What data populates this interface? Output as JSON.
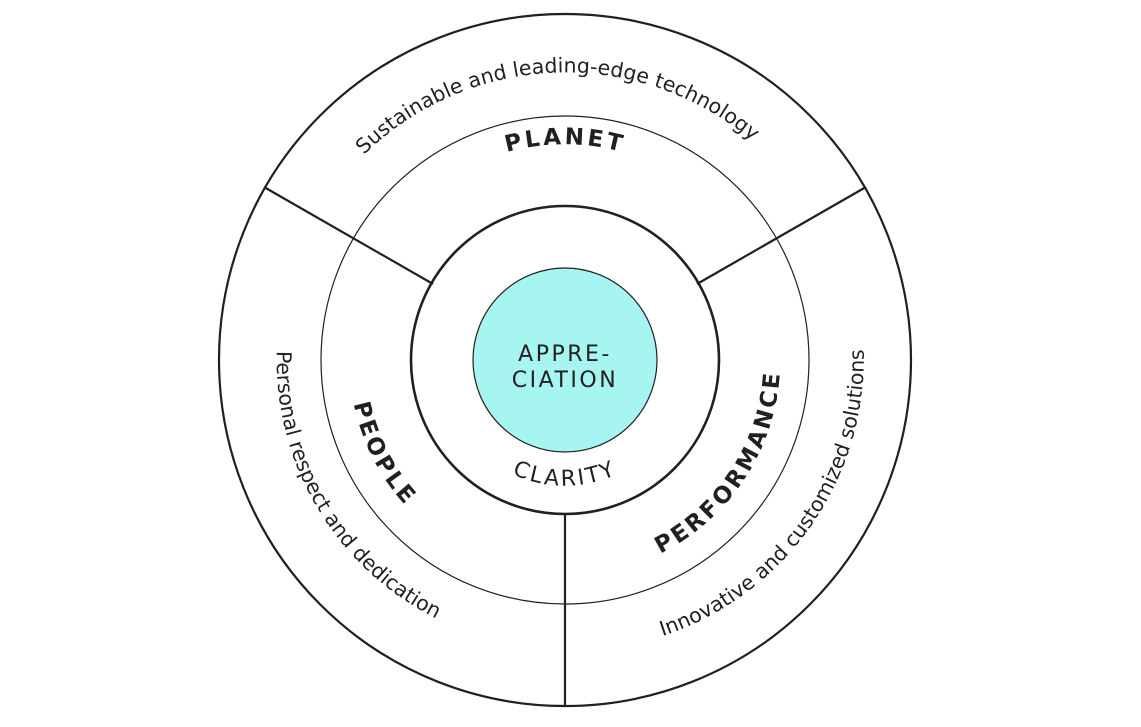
{
  "diagram": {
    "center": {
      "line1": "APPRE-",
      "line2": "CIATION",
      "fill_color": "#a6f5f1"
    },
    "inner_ring_label": "CLARITY",
    "pillars": {
      "planet": {
        "label": "PLANET",
        "description": "Sustainable and leading-edge technology"
      },
      "people": {
        "label": "PEOPLE",
        "description": "Personal respect and dedication"
      },
      "performance": {
        "label": "PERFORMANCE",
        "description": "Innovative and customized solutions"
      }
    },
    "line_color": "#231f20"
  }
}
